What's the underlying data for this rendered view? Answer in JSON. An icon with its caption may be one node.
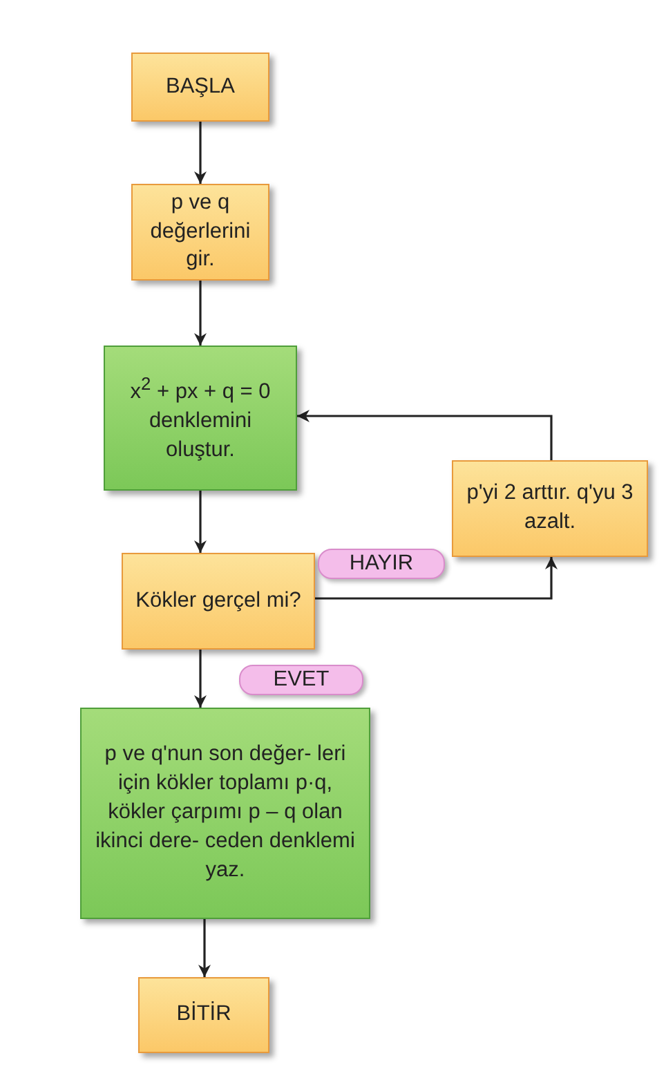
{
  "diagram": {
    "nodes": [
      {
        "text": [
          "BAŞLA"
        ]
      },
      {
        "text": [
          "p ve q değerlerini gir."
        ]
      },
      {
        "text": [
          "x$^{2}$ + px + q = 0 denklemini oluştur."
        ]
      },
      {
        "text": [
          "Kökler gerçel mi?"
        ]
      },
      {
        "text": [
          "p'yi 2 arttır. q'yu 3 azalt."
        ]
      },
      {
        "text": [
          "p ve q'nun son değer- leri için kökler toplamı p·q, kökler çarpımı p – q olan ikinci dere- ceden denklemi yaz."
        ]
      },
      {
        "text": [
          "BİTİR"
        ]
      }
    ],
    "edges": [
      {
        "from": 0,
        "to": 1,
        "arrow": "to"
      },
      {
        "from": 1,
        "to": 2,
        "arrow": "to"
      },
      {
        "from": 2,
        "to": 3,
        "arrow": "to"
      },
      {
        "from": 3,
        "to": 4,
        "arrow": "to",
        "label": "HAYIR"
      },
      {
        "from": 4,
        "to": 2,
        "arrow": "to"
      },
      {
        "from": 3,
        "to": 5,
        "arrow": "to",
        "label": "EVET"
      },
      {
        "from": 5,
        "to": 6,
        "arrow": "to"
      }
    ]
  }
}
